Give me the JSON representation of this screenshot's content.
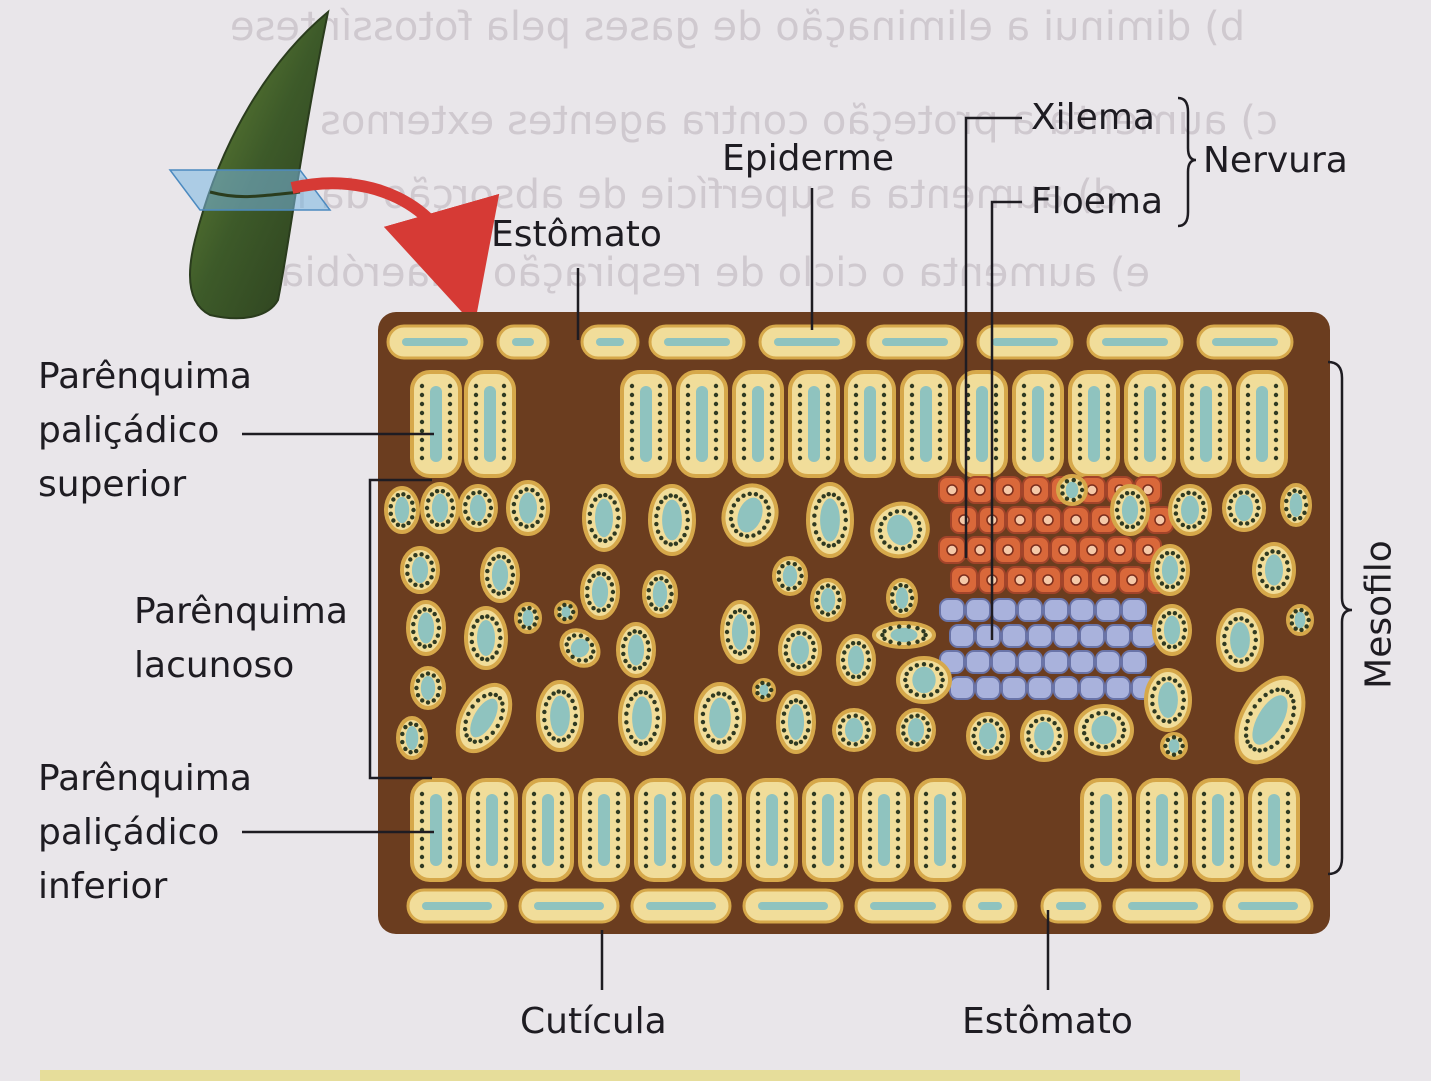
{
  "background_text": [
    "b) diminui a eliminação de gases pela fotossíntese",
    "c) aumenta a proteção contra agentes externos",
    "d) aumenta a superfície de absorção da luz",
    "e) aumenta o ciclo de respiração anaeróbia"
  ],
  "labels": {
    "epiderme": "Epiderme",
    "estomato_top": "Estômato",
    "xilema": "Xilema",
    "floema": "Floema",
    "nervura": "Nervura",
    "palicadico_superior": [
      "Parênquima",
      "paliçádico",
      "superior"
    ],
    "lacunoso": [
      "Parênquima",
      "lacunoso"
    ],
    "palicadico_inferior": [
      "Parênquima",
      "paliçádico",
      "inferior"
    ],
    "mesofilo": "Mesofilo",
    "cuticula": "Cutícula",
    "estomato_bottom": "Estômato"
  },
  "colors": {
    "tissue_bg": "#6b3d1f",
    "cell_wall": "#d6a84a",
    "cell_fill": "#f1dd9a",
    "vacuole": "#8fc3bf",
    "chloroplast": "#2f3a22",
    "xylem": "#d9683a",
    "phloem": "#a9b2dc",
    "arrow": "#d63a35",
    "leaf": "#3f5a2c"
  }
}
